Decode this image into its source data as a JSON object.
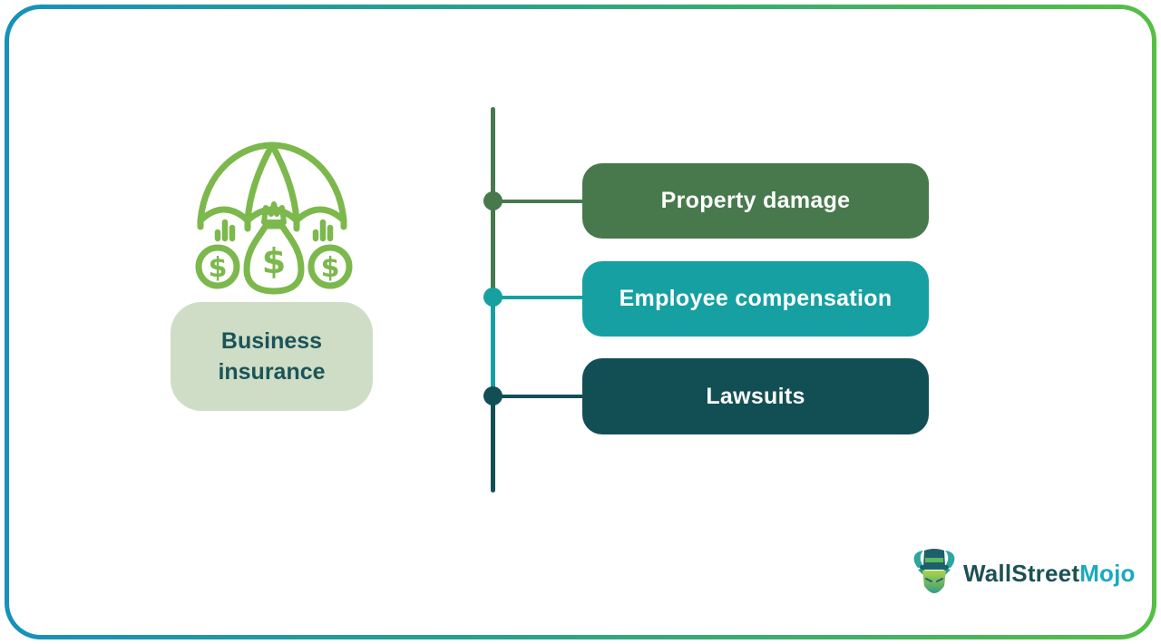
{
  "frame": {
    "gradient_left_color": "#1691bb",
    "gradient_right_color": "#55bf44"
  },
  "hero": {
    "icon": "umbrella-over-money-icon",
    "icon_color": "#7cb84c",
    "label": "Business insurance",
    "box_bg": "#cfddc6",
    "text_color": "#1a5458"
  },
  "diagram": {
    "type": "tree",
    "root": "Business insurance",
    "items": [
      {
        "label": "Property damage",
        "color": "#47794d"
      },
      {
        "label": "Employee compensation",
        "color": "#16a0a2"
      },
      {
        "label": "Lawsuits",
        "color": "#124f55"
      }
    ]
  },
  "logo": {
    "icon": "bull-with-top-hat-icon",
    "brand_part1": "WallStreet",
    "brand_part2": "Mojo",
    "part1_color": "#1d5156",
    "part2_color": "#1ca9bd"
  }
}
